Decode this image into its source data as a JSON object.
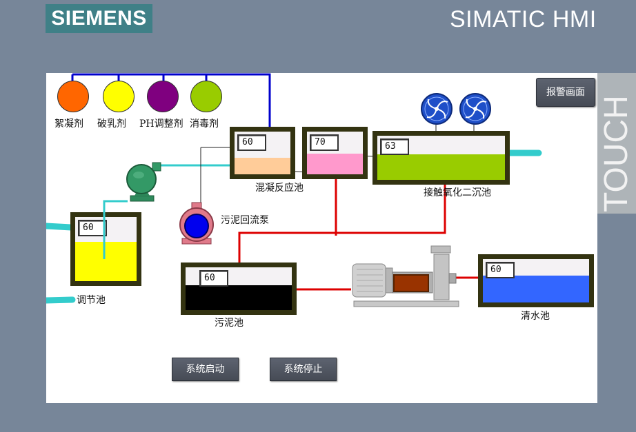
{
  "header": {
    "brand": "SIEMENS",
    "product": "SIMATIC HMI",
    "side_label": "TOUCH"
  },
  "colors": {
    "frame": "#778699",
    "chem_flocculant": "#ff6600",
    "chem_breaker": "#ffff00",
    "chem_ph": "#7f007f",
    "chem_disinfect": "#99cc00",
    "pipe_blue": "#0000cc",
    "pipe_cyan": "#33cccc",
    "pipe_red": "#dd0000"
  },
  "chemicals": [
    {
      "label": "絮凝剂",
      "icon": "orange-dosing-tank-icon"
    },
    {
      "label": "破乳剂",
      "icon": "yellow-dosing-tank-icon"
    },
    {
      "label": "PH调整剂",
      "icon": "purple-dosing-tank-icon"
    },
    {
      "label": "消毒剂",
      "icon": "green-dosing-tank-icon"
    }
  ],
  "tanks": {
    "coagulation_a": {
      "value": "60",
      "level": 0.38,
      "color": "#ffcc99"
    },
    "coagulation_b": {
      "value": "70",
      "level": 0.48,
      "color": "#ff99cc"
    },
    "coagulation_label": "混凝反应池",
    "contact_oxidation": {
      "value": "63",
      "label": "接触氧化二沉池",
      "level": 0.55,
      "color": "#99cc00"
    },
    "regulating": {
      "value": "60",
      "label": "调节池",
      "level": 0.6,
      "color": "#ffff00"
    },
    "sludge": {
      "value": "60",
      "label": "污泥池",
      "level": 0.55,
      "color": "#000000"
    },
    "clear_water": {
      "value": "60",
      "label": "清水池",
      "level": 0.6,
      "color": "#3366ff"
    }
  },
  "equipment": {
    "sludge_pump_label": "污泥回流泵",
    "blower_icon": "aeration-fan-icon",
    "feed_pump_icon": "green-pump-icon",
    "sludge_pump_icon": "sludge-return-pump-icon",
    "motor_pump_icon": "motor-pump-unit-icon"
  },
  "buttons": {
    "alarm": "报警画面",
    "start": "系统启动",
    "stop": "系统停止"
  }
}
